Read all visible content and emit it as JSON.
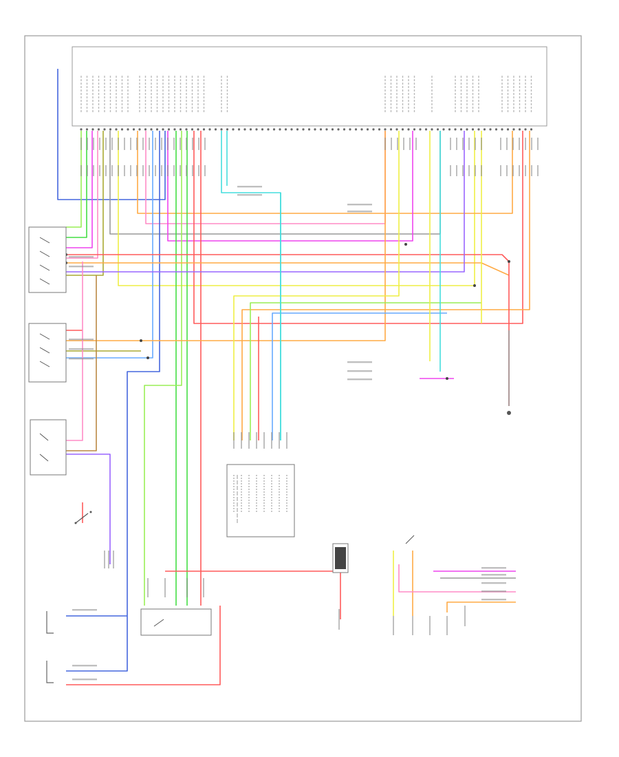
{
  "diagram": {
    "footer_code": "",
    "pcm_title": "",
    "note": "",
    "components": [
      {
        "id": "digital-tr-sensor",
        "label": ""
      },
      {
        "id": "transmission-range-sensor",
        "label": ""
      },
      {
        "id": "vehicle-speed-sensor",
        "label": ""
      },
      {
        "id": "brake-on-off-switch",
        "label": ""
      },
      {
        "id": "shift-solenoid-module",
        "label": ""
      },
      {
        "id": "power-distribution-box",
        "label": ""
      },
      {
        "id": "output-speed-sensor",
        "label": ""
      },
      {
        "id": "intake-speed-sensor",
        "label": ""
      },
      {
        "id": "transmission-control-switch",
        "label": ""
      },
      {
        "id": "instrument-cluster",
        "label": ""
      },
      {
        "id": "data-link-connector",
        "label": ""
      },
      {
        "id": "overdrive-lamp",
        "label": ""
      },
      {
        "id": "4x4-low-switch",
        "label": ""
      },
      {
        "id": "hot-at-all-times-fuse",
        "label": ""
      }
    ],
    "wire_colors": {
      "red": "#ff5a5a",
      "pink": "#ff8cc6",
      "magenta": "#ee44ee",
      "green": "#44dd44",
      "light-green": "#99ee55",
      "blue": "#4466dd",
      "light-blue": "#66aaff",
      "cyan": "#44dddd",
      "yellow": "#eeee44",
      "orange": "#ffaa44",
      "olive": "#aaaa33",
      "violet": "#9966ff",
      "brown": "#bb8844",
      "gray": "#999999",
      "black": "#333333"
    }
  }
}
